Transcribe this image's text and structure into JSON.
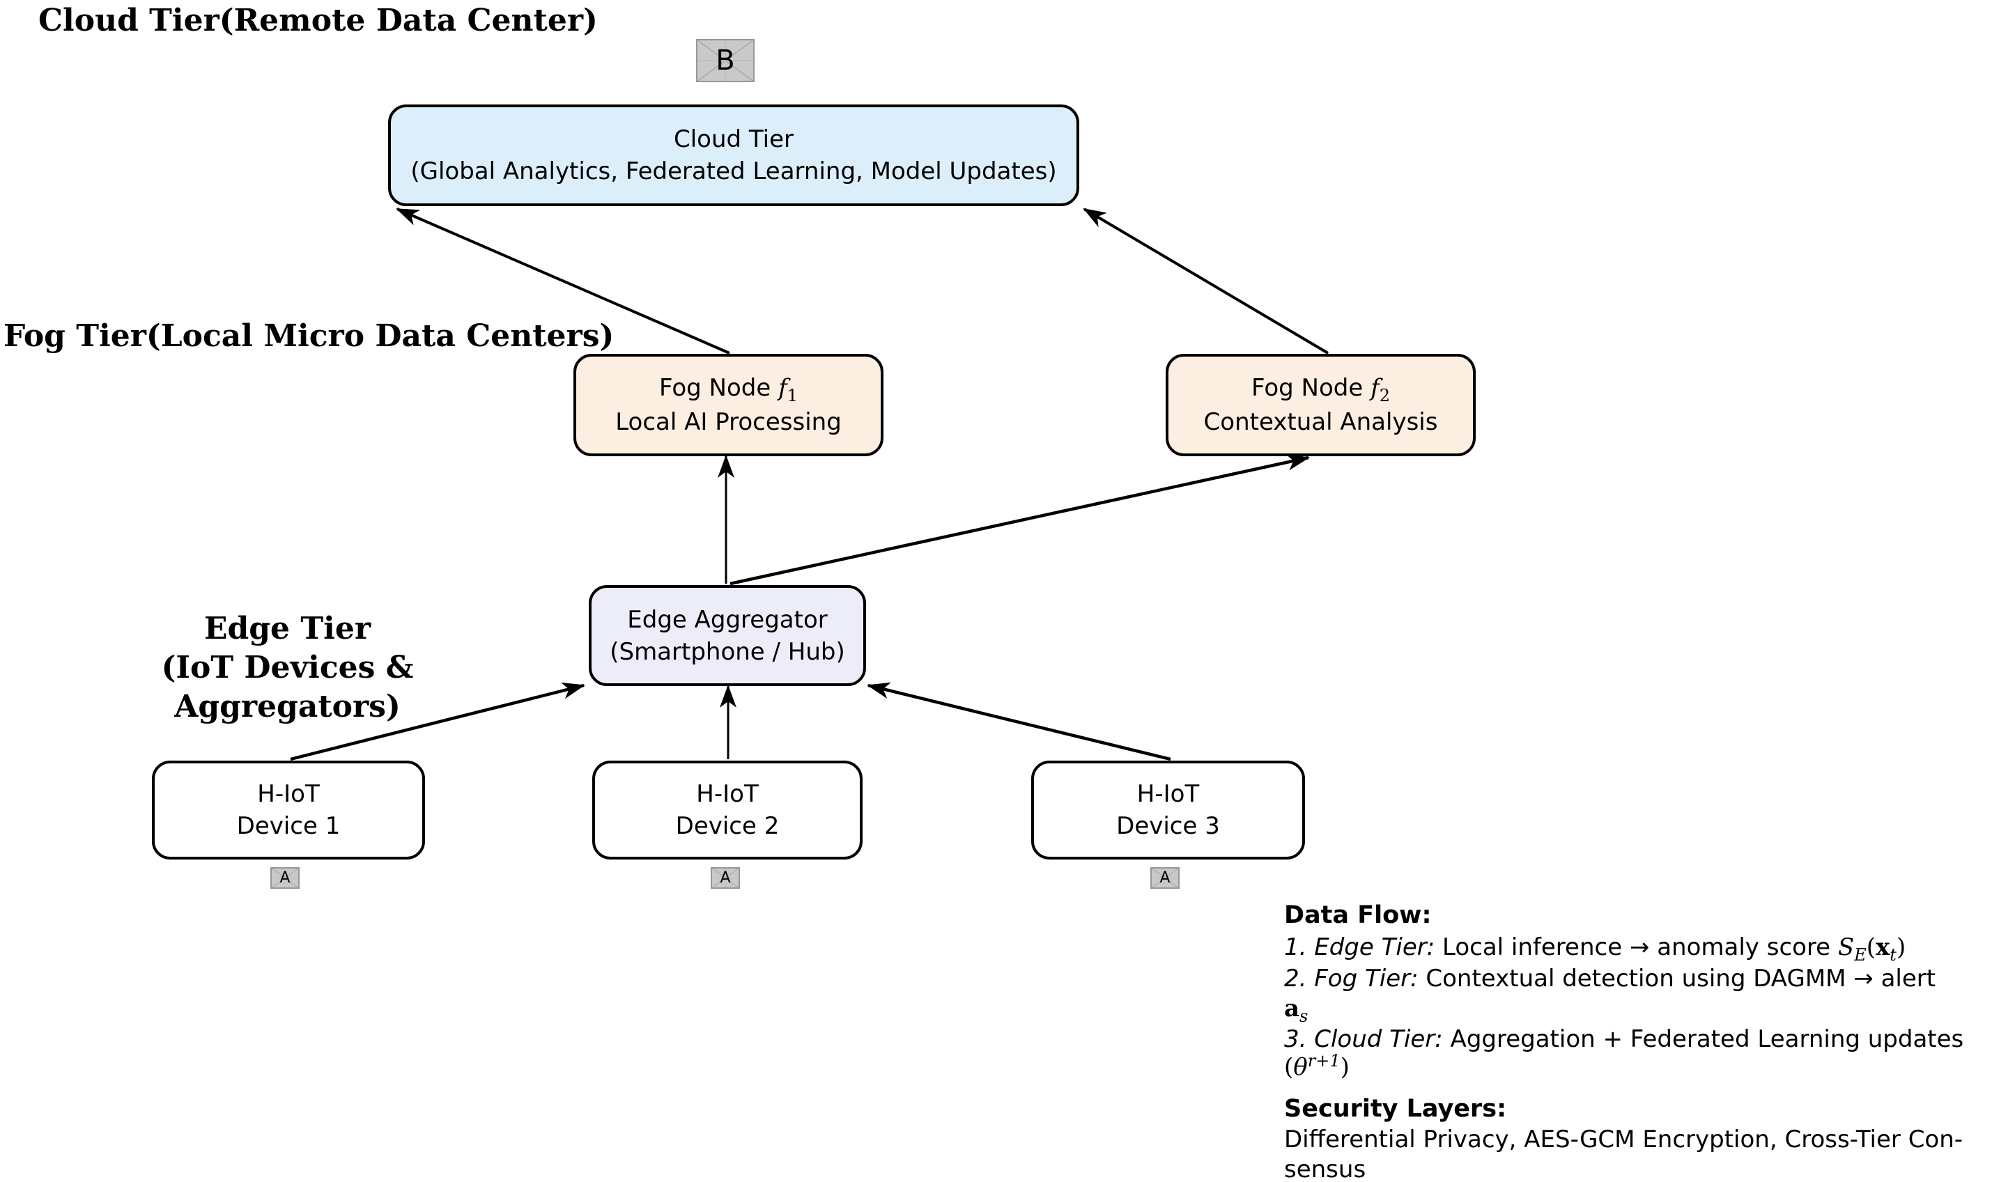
{
  "tier_labels": {
    "cloud": "Cloud Tier(Remote Data Center)",
    "fog": "Fog Tier(Local Micro Data Centers)",
    "edge_line1": "Edge Tier",
    "edge_line2": "(IoT Devices & Aggregators)"
  },
  "badges": {
    "cloud_badge": "B",
    "device1_badge": "A",
    "device2_badge": "A",
    "device3_badge": "A"
  },
  "nodes": {
    "cloud": {
      "line1": "Cloud Tier",
      "line2": "(Global Analytics, Federated Learning, Model Updates)",
      "fill": "#dceefa"
    },
    "fog1": {
      "line1_prefix": "Fog Node ",
      "line1_var": "f",
      "line1_sub": "1",
      "line2": "Local AI Processing",
      "fill": "#fcefe1"
    },
    "fog2": {
      "line1_prefix": "Fog Node ",
      "line1_var": "f",
      "line1_sub": "2",
      "line2": "Contextual Analysis",
      "fill": "#fcefe1"
    },
    "aggregator": {
      "line1": "Edge Aggregator",
      "line2": "(Smartphone / Hub)",
      "fill": "#ededfa"
    },
    "device1": {
      "line1": "H-IoT",
      "line2": "Device 1",
      "fill": "#ffffff"
    },
    "device2": {
      "line1": "H-IoT",
      "line2": "Device 2",
      "fill": "#ffffff"
    },
    "device3": {
      "line1": "H-IoT",
      "line2": "Device 3",
      "fill": "#ffffff"
    }
  },
  "notes": {
    "data_flow": {
      "heading": "Data Flow:",
      "item1": {
        "label": "1. Edge Tier:",
        "text": " Local inference → anomaly score ",
        "math_S": "S",
        "math_S_sub": "E",
        "math_open": "(",
        "math_x": "x",
        "math_x_sub": "t",
        "math_close": ")"
      },
      "item2": {
        "label": "2. Fog Tier:",
        "text": " Contextual detection using DAGMM → alert",
        "cont_a": "a",
        "cont_a_sub": "s"
      },
      "item3": {
        "label": "3. Cloud Tier:",
        "text": " Aggregation + Federated Learning updates",
        "cont_open": "(",
        "cont_theta": "θ",
        "cont_sup": "r+1",
        "cont_close": ")"
      }
    },
    "security": {
      "heading": "Security Layers:",
      "line1": "Differential Privacy, AES-GCM Encryption, Cross-Tier Con-",
      "line2": "sensus"
    }
  },
  "colors": {
    "cloud_fill": "#dceefa",
    "fog_fill": "#fcefe1",
    "aggregator_fill": "#ededfa",
    "device_fill": "#ffffff",
    "badge_fill": "#c9c9c9",
    "line": "#000000"
  }
}
